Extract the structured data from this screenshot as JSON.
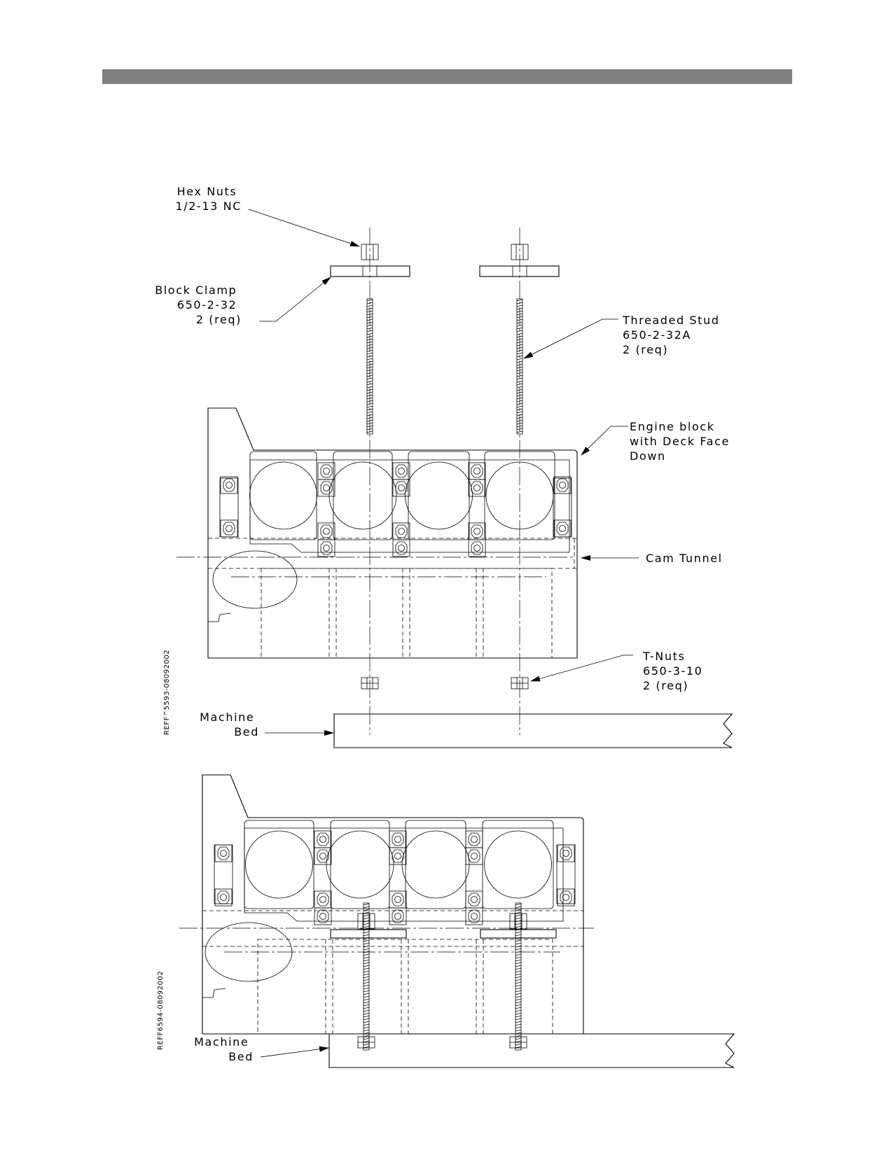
{
  "header": {
    "bar_color": "#808080"
  },
  "top_view": {
    "hex_nuts": {
      "line1": "Hex Nuts",
      "line2": "1/2-13 NC"
    },
    "block_clamp": {
      "line1": "Block Clamp",
      "line2": "650-2-32",
      "line3": "2 (req)"
    },
    "threaded_stud": {
      "line1": "Threaded Stud",
      "line2": "650-2-32A",
      "line3": "2 (req)"
    },
    "engine_block": {
      "line1": "Engine block",
      "line2": "with Deck Face",
      "line3": "Down"
    },
    "cam_tunnel": {
      "line1": "Cam Tunnel"
    },
    "t_nuts": {
      "line1": "T-Nuts",
      "line2": "650-3-10",
      "line3": "2 (req)"
    },
    "machine_bed": {
      "line1": "Machine",
      "line2": "Bed"
    },
    "ref_code": "REFF^5593-08092002"
  },
  "bottom_view": {
    "machine_bed": {
      "line1": "Machine",
      "line2": "Bed"
    },
    "ref_code": "REFF6594-08092002"
  }
}
